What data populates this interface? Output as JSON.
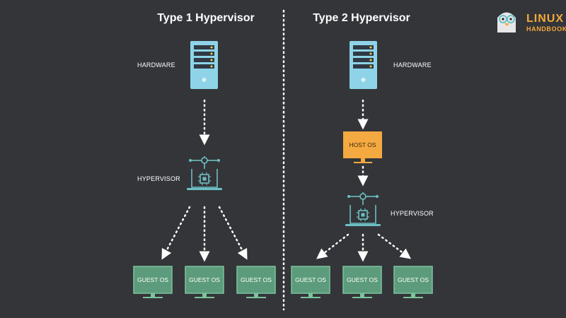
{
  "logo": {
    "line1": "LINUX",
    "line2": "HANDBOOK"
  },
  "type1": {
    "title": "Type 1 Hypervisor",
    "hardware_label": "HARDWARE",
    "hypervisor_label": "HYPERVISOR",
    "guests": [
      "GUEST OS",
      "GUEST OS",
      "GUEST OS"
    ]
  },
  "type2": {
    "title": "Type 2 Hypervisor",
    "hardware_label": "HARDWARE",
    "host_label": "HOST OS",
    "hypervisor_label": "HYPERVISOR",
    "guests": [
      "GUEST OS",
      "GUEST OS",
      "GUEST OS"
    ]
  },
  "colors": {
    "background": "#343539",
    "server": "#8fd3e8",
    "hypervisor": "#6cc0c4",
    "guest_fill": "#5c9c7c",
    "guest_border": "#7bc39d",
    "host_fill": "#f5a941",
    "arrow": "#ffffff"
  }
}
